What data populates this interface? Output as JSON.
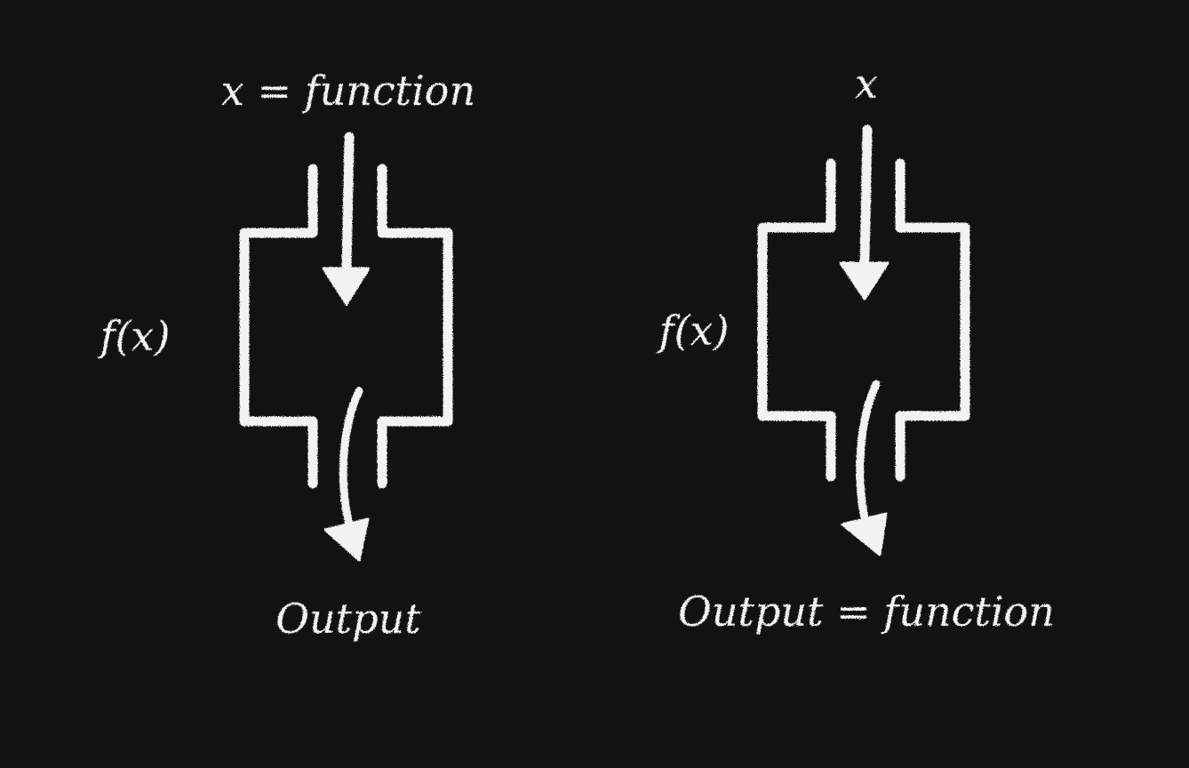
{
  "diagrams": [
    {
      "input_label": "x = function",
      "box_label": "f(x)",
      "output_label": "Output"
    },
    {
      "input_label": "x",
      "box_label": "f(x)",
      "output_label": "Output = function"
    }
  ],
  "colors": {
    "background": "#121212",
    "chalk": "#f2f2f2"
  }
}
